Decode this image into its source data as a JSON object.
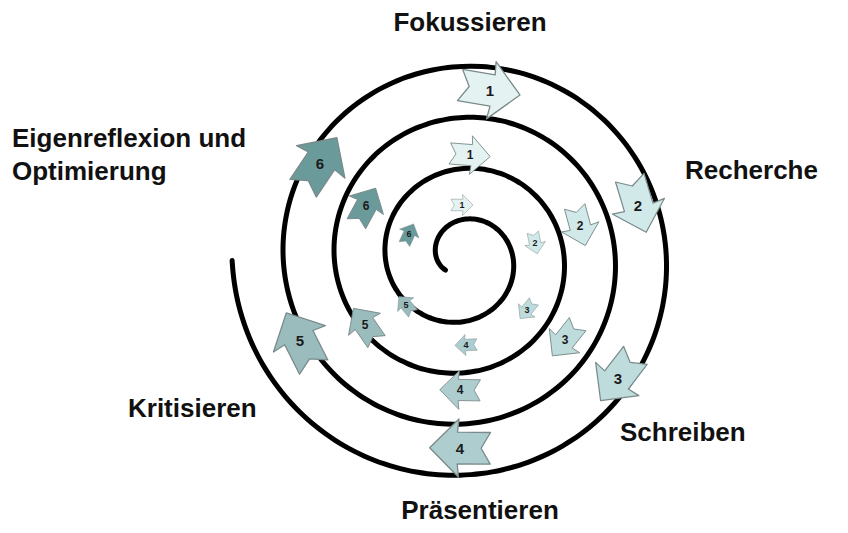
{
  "diagram": {
    "nodes": [
      {
        "text": [
          "1"
        ]
      },
      {
        "text": [
          "1"
        ]
      },
      {
        "text": [
          "1"
        ]
      },
      {
        "text": [
          "2"
        ]
      },
      {
        "text": [
          "2"
        ]
      },
      {
        "text": [
          "2"
        ]
      },
      {
        "text": [
          "3"
        ]
      },
      {
        "text": [
          "3"
        ]
      },
      {
        "text": [
          "3"
        ]
      },
      {
        "text": [
          "4"
        ]
      },
      {
        "text": [
          "4"
        ]
      },
      {
        "text": [
          "4"
        ]
      },
      {
        "text": [
          "5"
        ]
      },
      {
        "text": [
          "5"
        ]
      },
      {
        "text": [
          "5"
        ]
      },
      {
        "text": [
          "6"
        ]
      },
      {
        "text": [
          "6"
        ]
      },
      {
        "text": [
          "6"
        ]
      }
    ],
    "labels": [
      "Fokussieren",
      "Recherche",
      "Schreiben",
      "Präsentieren",
      "Kritisieren",
      "Eigenreflexion und Optimierung"
    ]
  }
}
